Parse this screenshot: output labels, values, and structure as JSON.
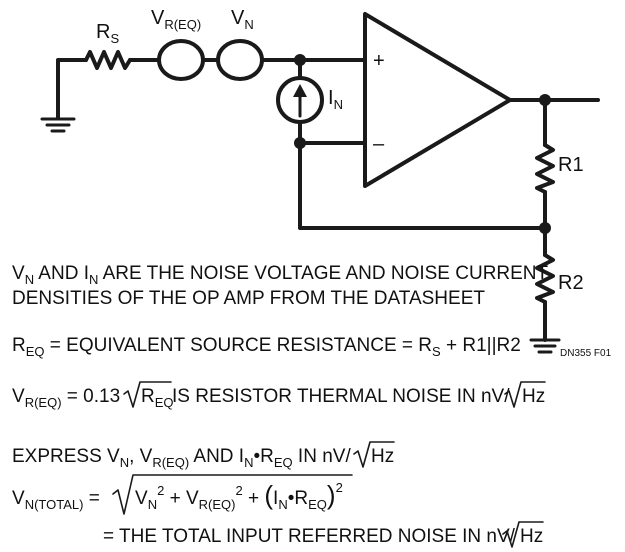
{
  "schematic": {
    "labels": {
      "rs": "R",
      "rs_sub": "S",
      "vreq": "V",
      "vreq_sub": "R(EQ)",
      "vn": "V",
      "vn_sub": "N",
      "in": "I",
      "in_sub": "N",
      "plus": "+",
      "minus": "–",
      "r1": "R1",
      "r2": "R2"
    },
    "figure_id": "DN355 F01"
  },
  "notes": {
    "line1": {
      "a": "V",
      "a_sub": "N",
      "b": " AND I",
      "b_sub": "N",
      "c": " ARE THE NOISE VOLTAGE AND NOISE CURRENT"
    },
    "line2": "DENSITIES OF THE OP AMP FROM THE DATASHEET",
    "req": {
      "a": "R",
      "a_sub": "EQ",
      "b": " = EQUIVALENT SOURCE RESISTANCE = R",
      "b_sub": "S",
      "c": " + R1||R2"
    },
    "vreq": {
      "a": "V",
      "a_sub": "R(EQ)",
      "b": " = 0.13",
      "rad_a": "R",
      "rad_a_sub": "EQ",
      "c": " IS RESISTOR THERMAL NOISE IN nV/",
      "rad_b": "Hz"
    },
    "express": {
      "a": "EXPRESS V",
      "a_sub": "N",
      "b": ", V",
      "b_sub": "R(EQ)",
      "c": " AND I",
      "c_sub": "N",
      "d": "•R",
      "d_sub": "EQ",
      "e": " IN nV/",
      "rad": "Hz"
    },
    "vtotal": {
      "a": "V",
      "a_sub": "N(TOTAL)",
      "eq": " = ",
      "t1": "V",
      "t1_sub": "N",
      "sq1": "2",
      "p1": " + V",
      "p1_sub": "R(EQ)",
      "sq2": "2",
      "p2": " + ",
      "open": "(",
      "t3": "I",
      "t3_sub": "N",
      "dot": "•R",
      "dot_sub": "EQ",
      "close": ")",
      "sq3": "2"
    },
    "total": {
      "a": "= THE TOTAL INPUT REFERRED NOISE IN nV/",
      "rad": "Hz"
    }
  }
}
